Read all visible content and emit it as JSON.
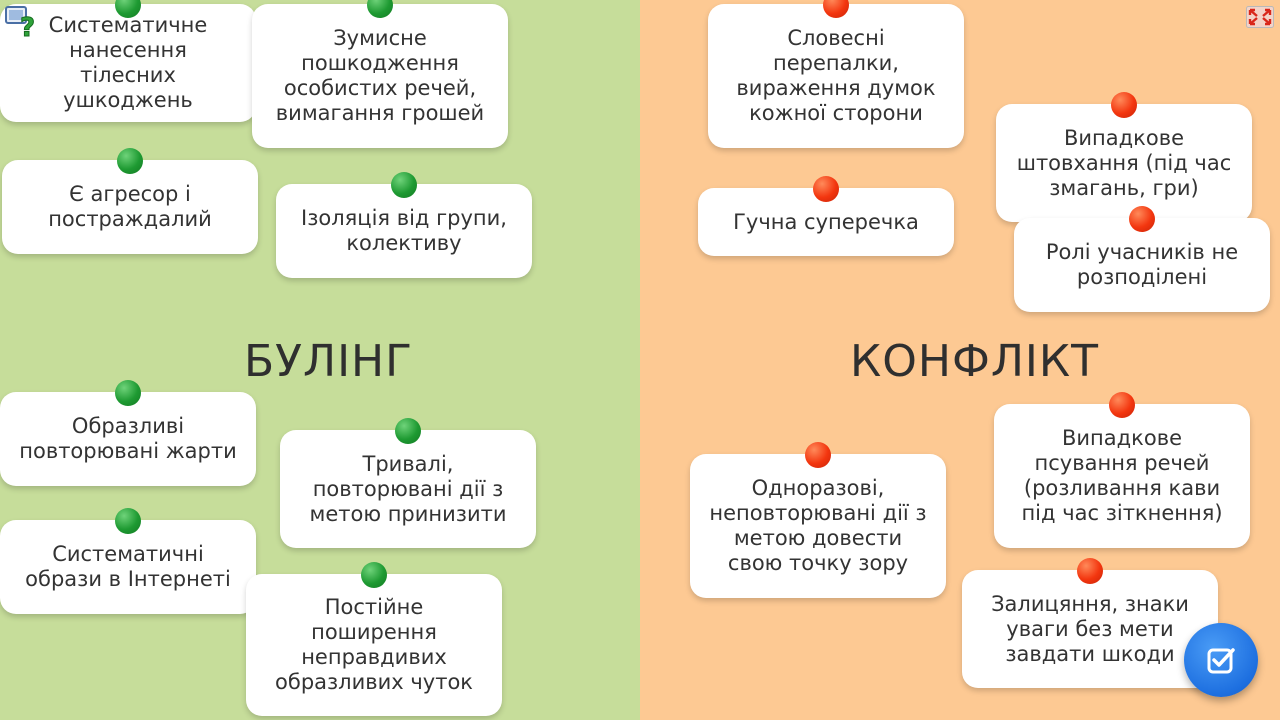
{
  "left": {
    "heading": "БУЛІНГ",
    "cards": [
      {
        "text": "Систематичне\nнанесення тілесних\nушкоджень"
      },
      {
        "text": "Зумисне\nпошкодження\nособистих речей,\nвимагання грошей"
      },
      {
        "text": "Є агресор і\nпостраждалий"
      },
      {
        "text": "Ізоляція від групи,\nколективу"
      },
      {
        "text": "Образливі\nповторювані жарти"
      },
      {
        "text": "Тривалі,\nповторювані дії з\nметою принизити"
      },
      {
        "text": "Систематичні\nобрази в Інтернеті"
      },
      {
        "text": "Постійне\nпоширення\nнеправдивих\nобразливих чуток"
      }
    ]
  },
  "right": {
    "heading": "КОНФЛІКТ",
    "cards": [
      {
        "text": "Словесні\nперепалки,\nвираження думок\nкожної сторони"
      },
      {
        "text": "Випадкове\nштовхання (під час\nзмагань, гри)"
      },
      {
        "text": "Гучна суперечка"
      },
      {
        "text": "Ролі учасників не\nрозподілені"
      },
      {
        "text": "Випадкове\nпсування речей\n(розливання кави\nпід час зіткнення)"
      },
      {
        "text": "Одноразові,\nнеповторювані дії з\nметою довести\nсвою точку зору"
      },
      {
        "text": "Залицяння, знаки\nуваги без мети\nзавдати шкоди"
      }
    ]
  },
  "colors": {
    "left_bg": "#c6dd9a",
    "right_bg": "#fdc993",
    "green_pin": "#1e9a32",
    "red_pin": "#f3360f",
    "check_button": "#1d6fe0"
  },
  "icons": {
    "help": "help-question-icon",
    "fullscreen": "fullscreen-icon",
    "check": "check-icon"
  }
}
